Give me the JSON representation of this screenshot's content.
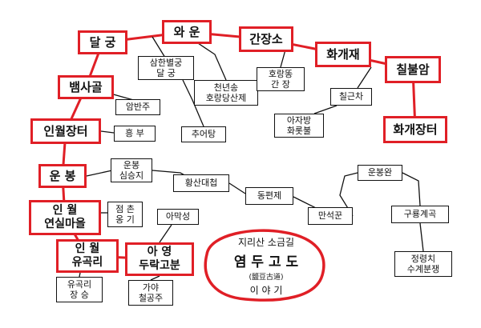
{
  "diagram": {
    "nodes": [
      {
        "id": "dalgung",
        "text": "달 궁",
        "style": "major"
      },
      {
        "id": "waun",
        "text": "와 운",
        "style": "major"
      },
      {
        "id": "ganjangso",
        "text": "간장소",
        "style": "major"
      },
      {
        "id": "hwagaejae",
        "text": "화개재",
        "style": "major"
      },
      {
        "id": "chilbulam",
        "text": "칠불암",
        "style": "major"
      },
      {
        "id": "hwagaejangteo",
        "text": "화개장터",
        "style": "major"
      },
      {
        "id": "baemsagol",
        "text": "뱀사골",
        "style": "major"
      },
      {
        "id": "inwoljangteo",
        "text": "인월장터",
        "style": "major"
      },
      {
        "id": "unbong",
        "text": "운 봉",
        "style": "major"
      },
      {
        "id": "inwol_yeonsil",
        "text": "인 월\n연실마을",
        "style": "major"
      },
      {
        "id": "inwol_yugok",
        "text": "인 월\n유곡리",
        "style": "major"
      },
      {
        "id": "ayeong",
        "text": "아 영\n두락고분",
        "style": "major"
      },
      {
        "id": "samhan",
        "text": "삼한별궁\n달 궁",
        "style": "minor"
      },
      {
        "id": "cheonnyeon",
        "text": "천년송\n호랑당산제",
        "style": "minor"
      },
      {
        "id": "horangttong",
        "text": "호랑똥\n간 장",
        "style": "minor"
      },
      {
        "id": "chilgeuncha",
        "text": "칠근차",
        "style": "minor"
      },
      {
        "id": "ajabang",
        "text": "아자방\n화롯불",
        "style": "minor"
      },
      {
        "id": "ambanju",
        "text": "암반주",
        "style": "minor"
      },
      {
        "id": "chueotang",
        "text": "추어탕",
        "style": "minor"
      },
      {
        "id": "heungbu",
        "text": "흥 부",
        "style": "minor"
      },
      {
        "id": "unbong_sip",
        "text": "운봉\n심승지",
        "style": "minor"
      },
      {
        "id": "hwangsan",
        "text": "황산대첩",
        "style": "minor"
      },
      {
        "id": "dongpyeonje",
        "text": "동편제",
        "style": "minor"
      },
      {
        "id": "manseokkun",
        "text": "만석꾼",
        "style": "minor"
      },
      {
        "id": "unbongwan",
        "text": "운봉완",
        "style": "minor"
      },
      {
        "id": "gurong",
        "text": "구룡계곡",
        "style": "minor"
      },
      {
        "id": "jeongryeong",
        "text": "정령치\n수계분쟁",
        "style": "minor"
      },
      {
        "id": "jeomchon",
        "text": "점 촌\n옹 기",
        "style": "minor"
      },
      {
        "id": "amakseong",
        "text": "아막성",
        "style": "minor"
      },
      {
        "id": "yugokri_jangseung",
        "text": "유곡리\n장 승",
        "style": "minor"
      },
      {
        "id": "gaya",
        "text": "가야\n철공주",
        "style": "minor"
      }
    ],
    "center": {
      "line1": "지리산 소금길",
      "line2": "염 두 고 도",
      "line3": "(鹽豆古道)",
      "line4": "이 야 기"
    }
  }
}
